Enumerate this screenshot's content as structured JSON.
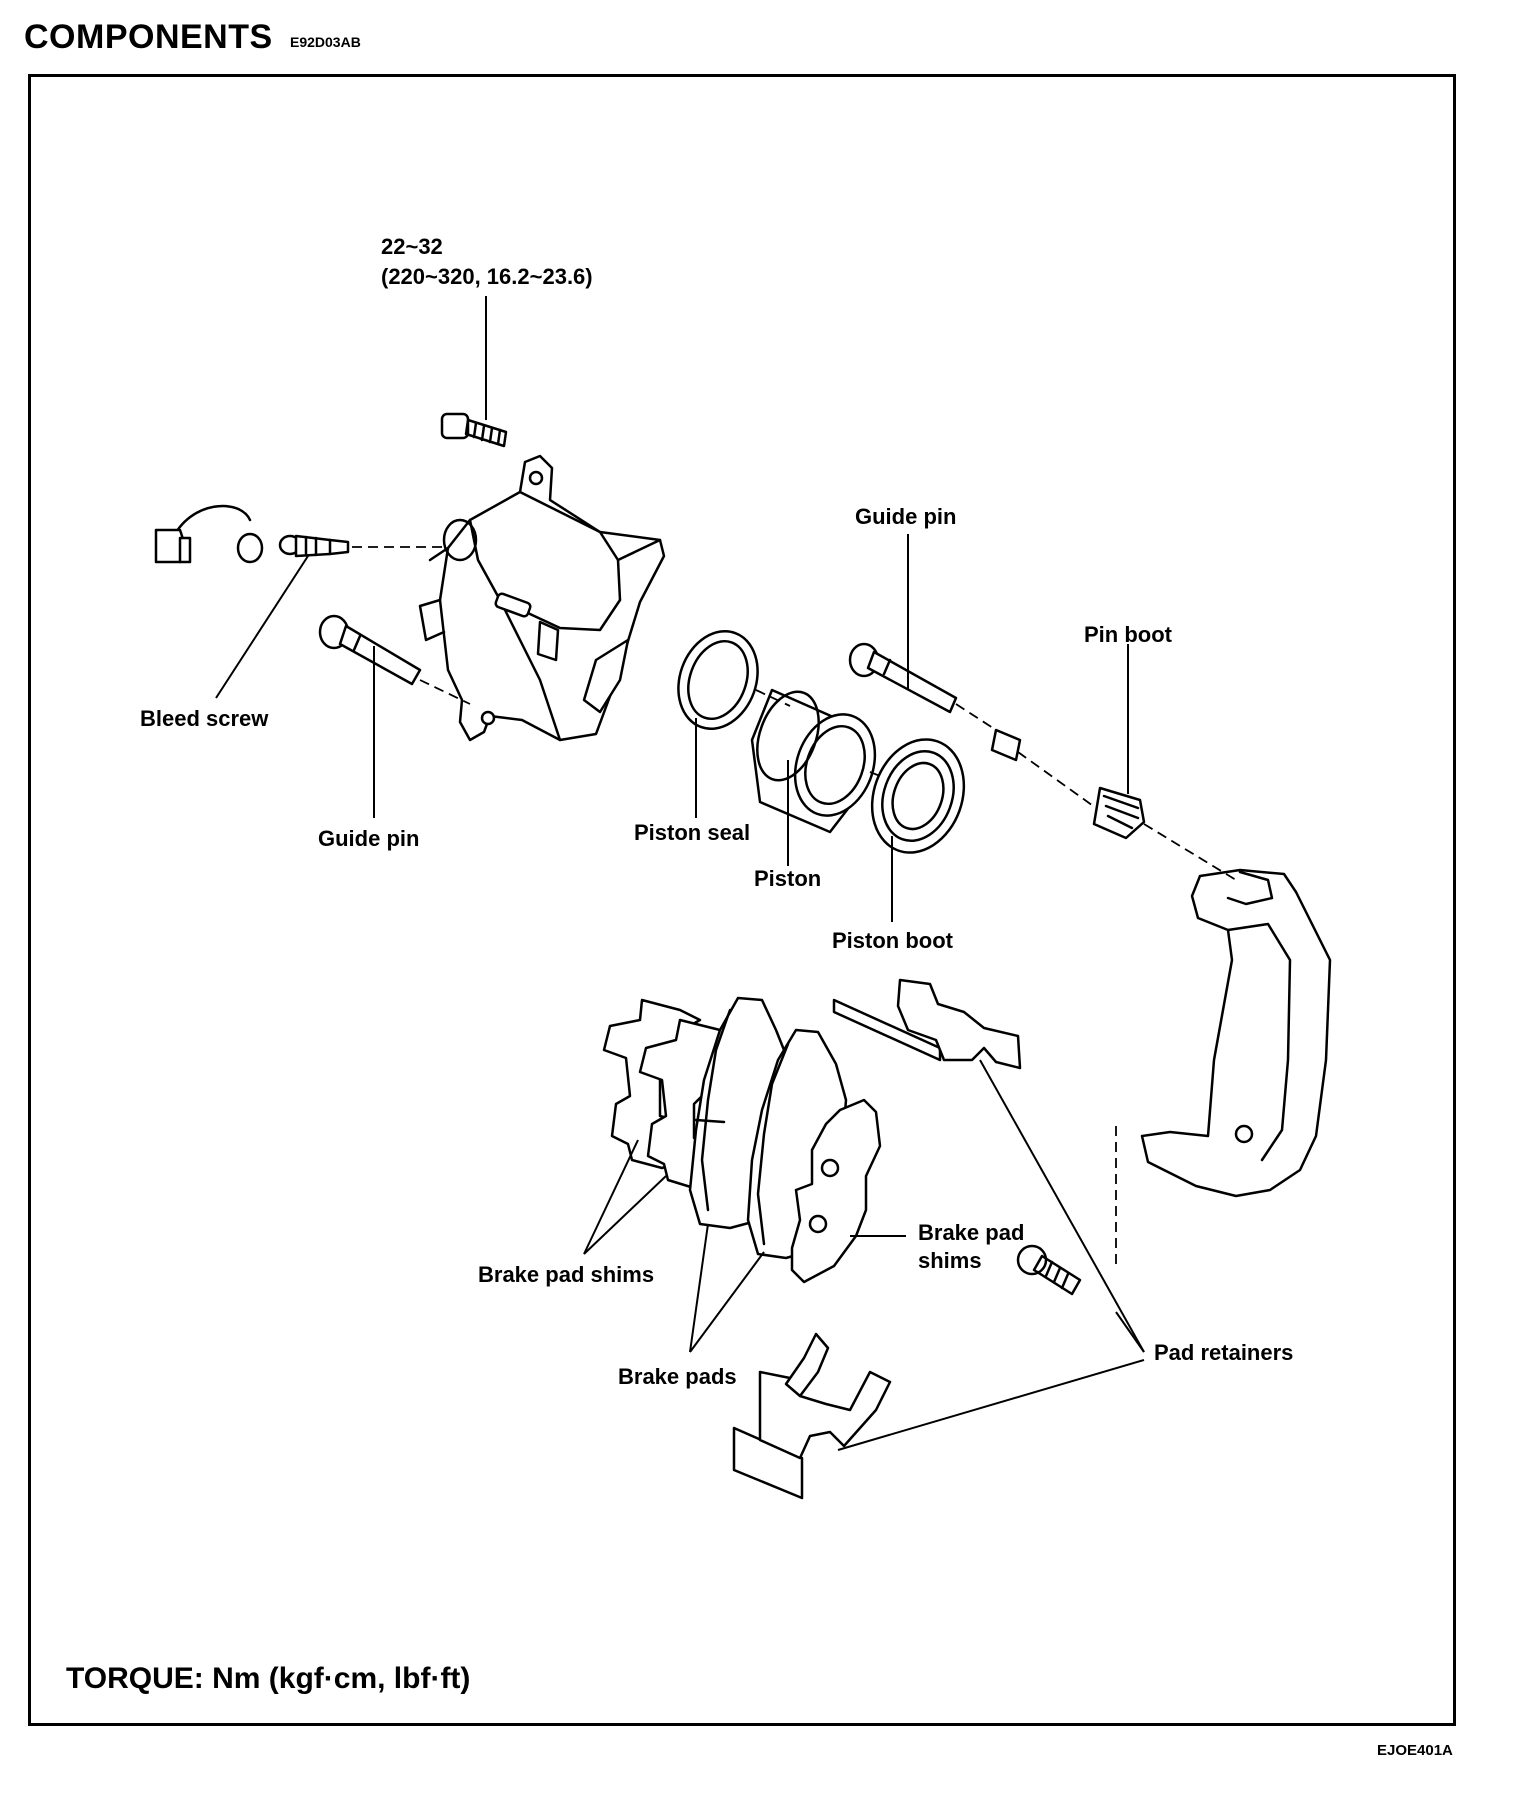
{
  "header": {
    "title": "COMPONENTS",
    "code": "E92D03AB"
  },
  "torque_value": {
    "line1": "22~32",
    "line2": "(220~320, 16.2~23.6)"
  },
  "labels": {
    "bleed_screw": "Bleed screw",
    "guide_pin_left": "Guide pin",
    "guide_pin_right": "Guide pin",
    "pin_boot": "Pin boot",
    "piston_seal": "Piston seal",
    "piston": "Piston",
    "piston_boot": "Piston boot",
    "brake_pad_shims_left": "Brake pad shims",
    "brake_pad_shims_right_1": "Brake pad",
    "brake_pad_shims_right_2": "shims",
    "brake_pads": "Brake pads",
    "pad_retainers": "Pad retainers"
  },
  "footer": {
    "torque_unit": "TORQUE: Nm (kgf·cm, lbf·ft)",
    "figure_id": "EJOE401A"
  },
  "icons": [
    "bolt-icon",
    "caliper-icon",
    "bleed-screw-icon",
    "guide-pin-icon",
    "piston-seal-icon",
    "piston-icon",
    "piston-boot-icon",
    "pin-boot-icon",
    "caliper-bracket-icon",
    "brake-pad-icon",
    "brake-pad-shim-icon",
    "pad-retainer-icon"
  ]
}
